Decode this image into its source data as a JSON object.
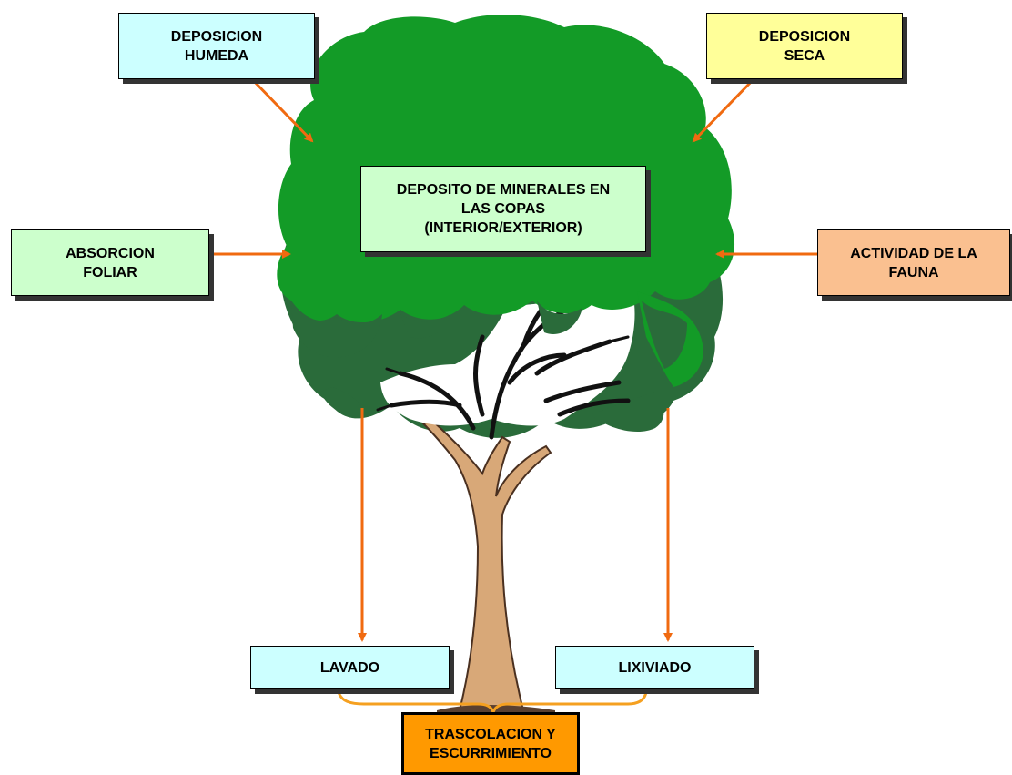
{
  "diagram": {
    "nodes": {
      "deposicion_humeda": {
        "label": "DEPOSICION\nHUMEDA",
        "color": "#ccffff"
      },
      "deposicion_seca": {
        "label": "DEPOSICION\nSECA",
        "color": "#ffff99"
      },
      "deposito_minerales": {
        "label": "DEPOSITO DE MINERALES EN\nLAS COPAS\n(INTERIOR/EXTERIOR)",
        "color": "#ccffcc"
      },
      "absorcion_foliar": {
        "label": "ABSORCION\nFOLIAR",
        "color": "#ccffcc"
      },
      "actividad_fauna": {
        "label": "ACTIVIDAD DE LA\nFAUNA",
        "color": "#fac090"
      },
      "lavado": {
        "label": "LAVADO",
        "color": "#ccffff"
      },
      "lixiviado": {
        "label": "LIXIVIADO",
        "color": "#ccffff"
      },
      "trascolacion": {
        "label": "TRASCOLACION Y\nESCURRIMIENTO",
        "color": "#ff9900"
      }
    },
    "colors": {
      "arrow": "#f06a10",
      "canopy_light": "#139b27",
      "canopy_dark": "#2a6b3a",
      "trunk": "#d8a878",
      "branches": "#111111"
    }
  }
}
